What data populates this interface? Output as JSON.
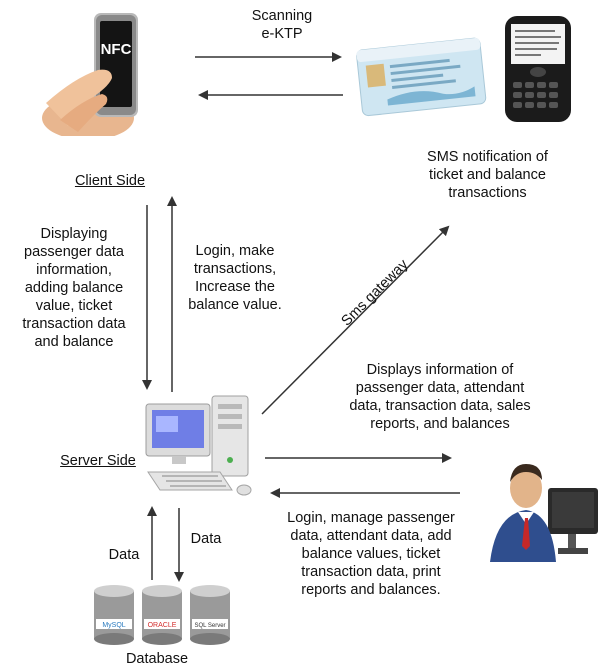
{
  "phone": {
    "badge": "NFC"
  },
  "scan": {
    "line1": "Scanning",
    "line2": "e-KTP"
  },
  "sms": {
    "line1": "SMS notification of",
    "line2": "ticket and balance",
    "line3": "transactions"
  },
  "client": {
    "title": "Client Side"
  },
  "server": {
    "title": "Server Side"
  },
  "database": {
    "title": "Database",
    "db1": "MySQL",
    "db2": "ORACLE",
    "db3": "SQL Server"
  },
  "left_down": {
    "l1": "Displaying",
    "l2": "passenger data",
    "l3": "information,",
    "l4": "adding balance",
    "l5": "value, ticket",
    "l6": "transaction data",
    "l7": "and balance"
  },
  "left_up": {
    "l1": "Login, make",
    "l2": "transactions,",
    "l3": "Increase the",
    "l4": "balance value."
  },
  "gateway": {
    "text": "Sms gateway"
  },
  "right_top": {
    "l1": "Displays information of",
    "l2": "passenger data, attendant",
    "l3": "data, transaction data, sales",
    "l4": "reports, and balances"
  },
  "right_bottom": {
    "l1": "Login, manage passenger",
    "l2": "data, attendant data, add",
    "l3": "balance values, ticket",
    "l4": "transaction data, print",
    "l5": "reports and balances."
  },
  "db_up": {
    "text": "Data"
  },
  "db_down": {
    "text": "Data"
  }
}
